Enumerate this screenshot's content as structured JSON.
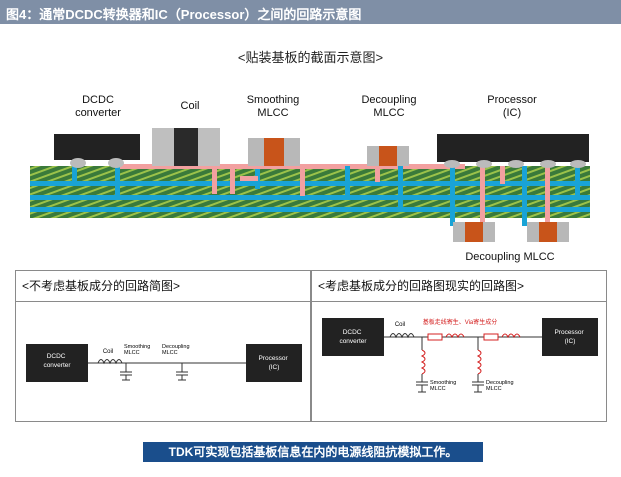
{
  "header": {
    "title": "图4：通常DCDC转换器和IC（Processor）之间的回路示意图"
  },
  "top_diagram": {
    "subtitle": "<贴装基板的截面示意图>",
    "labels": {
      "dcdc": "DCDC\nconverter",
      "coil": "Coil",
      "smoothing": "Smoothing\nMLCC",
      "decoupling": "Decoupling\nMLCC",
      "processor": "Processor\n(IC)",
      "decoupling_bottom": "Decoupling MLCC"
    }
  },
  "left_panel": {
    "title": "<不考虑基板成分的回路简图>",
    "dcdc": "DCDC\nconverter",
    "coil": "Coil",
    "smoothing": "Smoothing\nMLCC",
    "decoupling": "Decoupling\nMLCC",
    "processor": "Processor\n(IC)"
  },
  "right_panel": {
    "title": "<考虑基板成分的回路图现实的回路图>",
    "dcdc": "DCDC\nconverter",
    "coil": "Coil",
    "board_label": "基板走线寄生、Via寄生成分",
    "smoothing": "Smoothing\nMLCC",
    "decoupling": "Decoupling\nMLCC",
    "processor": "Processor\n(IC)"
  },
  "footer": {
    "text": "TDK可实现包括基板信息在内的电源线阻抗模拟工作。"
  },
  "colors": {
    "title_bg": "#7f8fa6",
    "board_green": "#3a7a3a",
    "board_stripe": "#9bc24a",
    "plane_blue": "#19a3d6",
    "trace_pink": "#f2a0a0",
    "component_orange": "#c8541a",
    "parasitic_red": "#d42020",
    "footer_bg": "#1a4e8c"
  }
}
